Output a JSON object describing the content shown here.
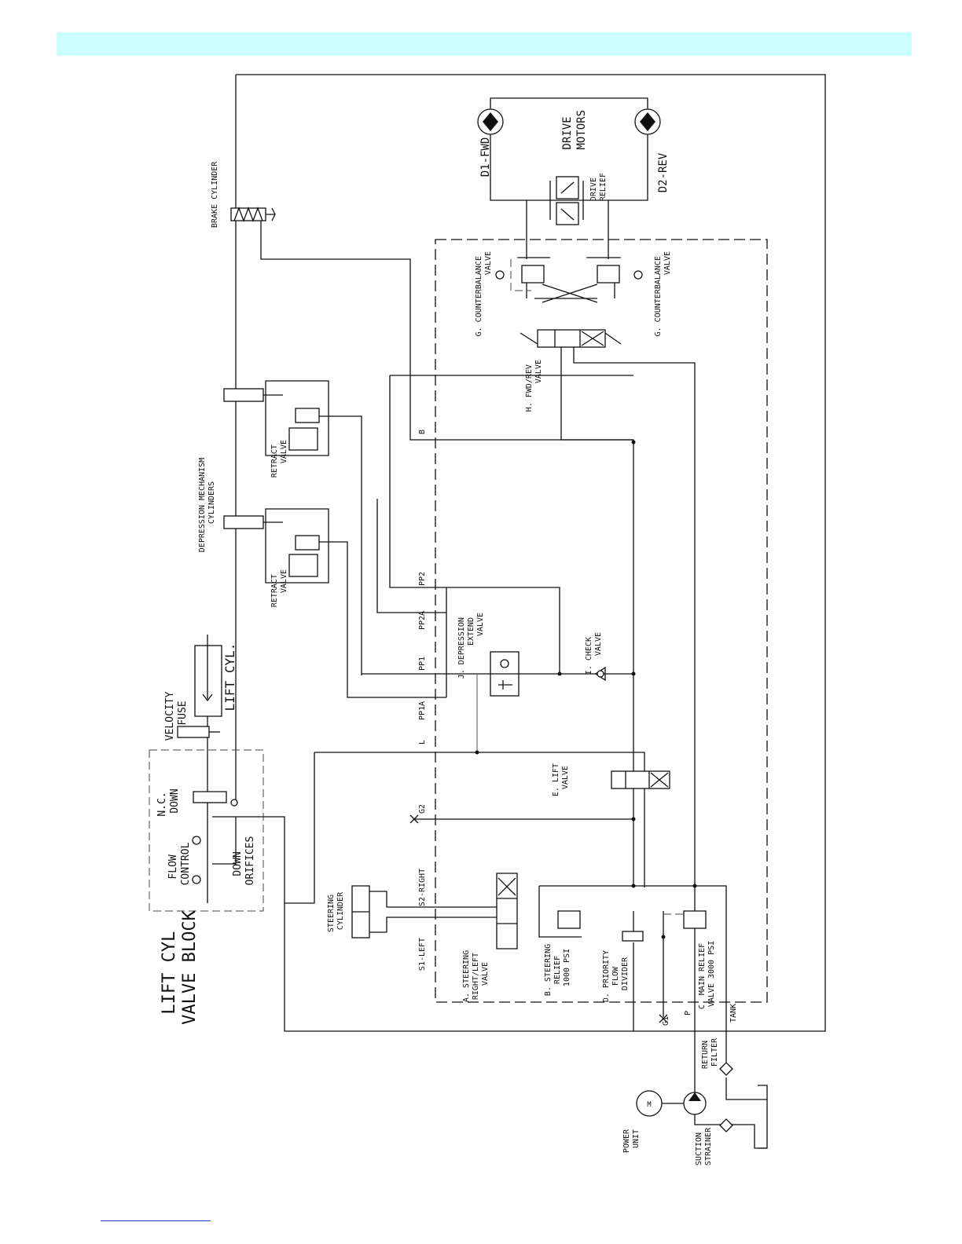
{
  "page": {
    "header_color": "#ccffff",
    "footer_rule_color": "#1f3fbf"
  },
  "diagram": {
    "lift_block_title": [
      "LIFT CYL",
      "VALVE BLOCK"
    ],
    "lift_cyl": "LIFT CYL.",
    "velocity_fuse": [
      "VELOCITY",
      "FUSE"
    ],
    "nc_down": [
      "N.C.",
      "DOWN"
    ],
    "flow_control": [
      "FLOW",
      "CONTROL"
    ],
    "down_orifices": [
      "DOWN",
      "ORIFICES"
    ],
    "steering_cylinder": [
      "STEERING",
      "CYLINDER"
    ],
    "steering_valve": [
      "A. STEERING",
      "RIGHT/LEFT",
      "VALVE"
    ],
    "steering_relief": [
      "B. STEERING",
      "RELIEF",
      "1000 PSI"
    ],
    "priority_divider": [
      "D. PRIORITY",
      "FLOW",
      "DIVIDER"
    ],
    "main_relief": [
      "C. MAIN RELIEF",
      "VALVE 3000 PSI"
    ],
    "lift_valve": [
      "E. LIFT",
      "VALVE"
    ],
    "check_valve": [
      "I. CHECK",
      "VALVE"
    ],
    "depression_extend": [
      "J. DEPRESSION",
      "EXTEND",
      "VALVE"
    ],
    "depression_cylinders": [
      "DEPRESSION MECHANISM",
      "CYLINDERS"
    ],
    "retract_valve": [
      "RETRACT",
      "VALVE"
    ],
    "brake_cylinder": "BRAKE CYLINDER",
    "fwd_rev_valve": [
      "H. FWD/REV",
      "VALVE"
    ],
    "counterbalance": [
      "G. COUNTERBALANCE",
      "VALVE"
    ],
    "drive_relief": [
      "DRIVE",
      "RELIEF"
    ],
    "drive_motors": [
      "DRIVE",
      "MOTORS"
    ],
    "d1": "D1-FWD",
    "d2": "D2-REV",
    "motor_m": "M",
    "power_unit": [
      "POWER",
      "UNIT"
    ],
    "suction_strainer": [
      "SUCTION",
      "STRAINER"
    ],
    "return_filter": [
      "RETURN",
      "FILTER"
    ],
    "ports": {
      "b": "B",
      "pp2": "PP2",
      "pp2a": "PP2A",
      "pp1": "PP1",
      "pp1a": "PP1A",
      "l": "L",
      "g2": "G2",
      "s2": "S2-RIGHT",
      "s1": "S1-LEFT",
      "g1": "G1",
      "p": "P",
      "tank": "TANK"
    }
  }
}
